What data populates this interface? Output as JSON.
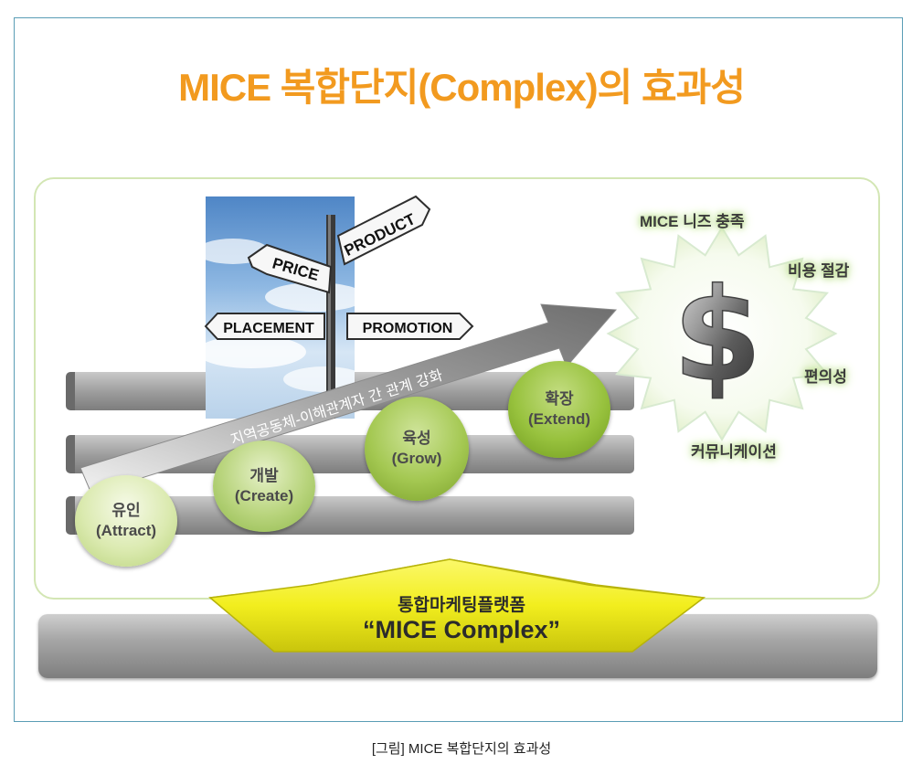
{
  "title": "MICE 복합단지(Complex)의 효과성",
  "signpost": {
    "product": "PRODUCT",
    "price": "PRICE",
    "placement": "PLACEMENT",
    "promotion": "PROMOTION"
  },
  "arrow_label": "지역공동체-이해관계자 간 관계 강화",
  "stages": [
    {
      "ko": "유인",
      "en": "(Attract)"
    },
    {
      "ko": "개발",
      "en": "(Create)"
    },
    {
      "ko": "육성",
      "en": "(Grow)"
    },
    {
      "ko": "확장",
      "en": "(Extend)"
    }
  ],
  "effects": [
    "MICE 니즈 충족",
    "비용 절감",
    "편의성",
    "커뮤니케이션"
  ],
  "dollar_symbol": "$",
  "platform": {
    "line1": "통합마케팅플랫폼",
    "line2": "“MICE Complex”"
  },
  "caption": "[그림] MICE 복합단지의 효과성",
  "colors": {
    "title": "#f29a1f",
    "frame_border": "#5a9db5",
    "inner_border": "#d3e6b4",
    "platform_yellow": "#f2ee1e",
    "effect_glow": "#b8dd8a"
  }
}
